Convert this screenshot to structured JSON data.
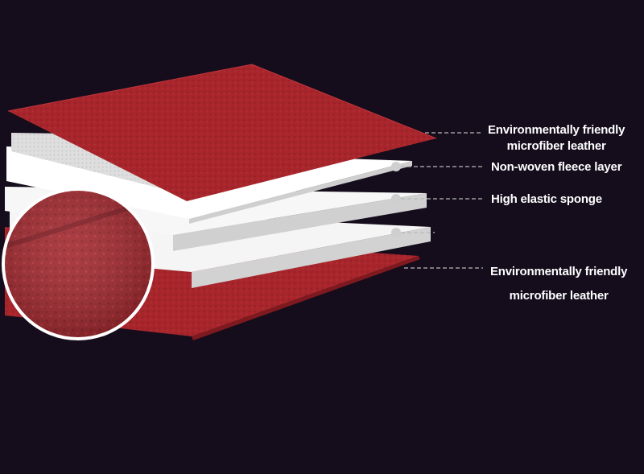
{
  "labels": {
    "top_leather": {
      "line1": "Environmentally friendly",
      "line2": "microfiber leather"
    },
    "fleece": "Non-woven fleece layer",
    "sponge": "High elastic sponge",
    "bottom_leather": {
      "line1": "Environmentally friendly",
      "line2": "microfiber leather"
    }
  },
  "colors": {
    "background": "#150c1c",
    "leather": "#a8262b",
    "leather_dark": "#7e1a1f",
    "fleece": "#dcdcdc",
    "sponge": "#f5f5f5",
    "sponge_edge": "#d2d2d2",
    "leader_line": "#b8b8b8",
    "text": "#ffffff"
  }
}
